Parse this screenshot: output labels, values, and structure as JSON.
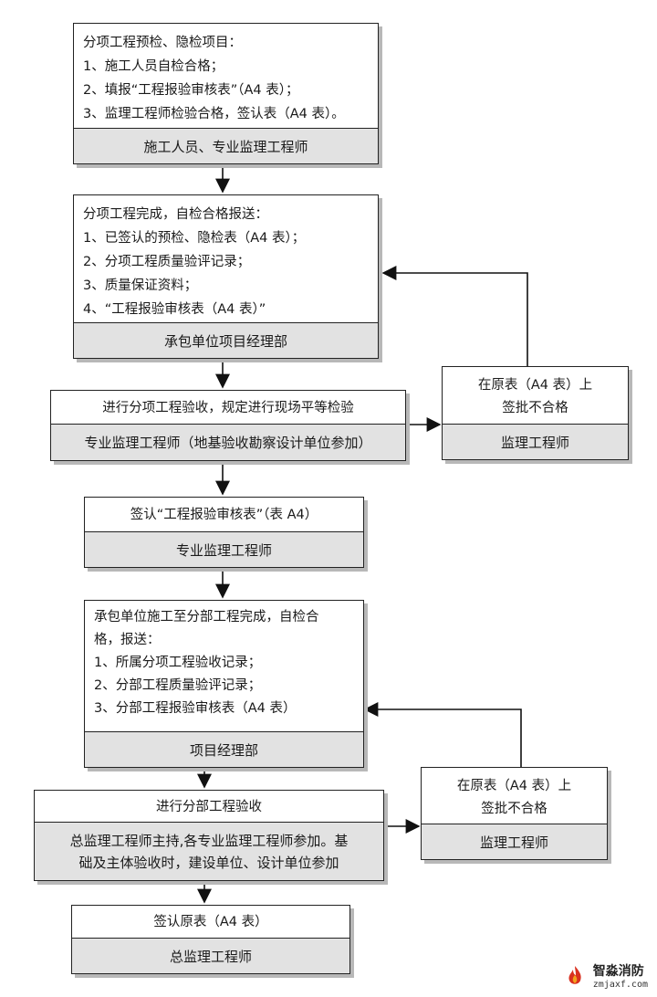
{
  "box1": {
    "lines": [
      "分项工程预检、隐检项目：",
      "1、施工人员自检合格；",
      "2、填报“工程报验审核表”（A4 表）；",
      "3、监理工程师检验合格，签认表（A4 表）。"
    ],
    "footer": "施工人员、专业监理工程师"
  },
  "box2": {
    "lines": [
      "分项工程完成，自检合格报送：",
      "1、已签认的预检、隐检表（A4 表）；",
      "2、分项工程质量验评记录；",
      "3、质量保证资料；",
      "4、“工程报验审核表（A4 表）”"
    ],
    "footer": "承包单位项目经理部"
  },
  "box3": {
    "top": "进行分项工程验收，规定进行现场平等检验",
    "footer": "专业监理工程师（地基验收勘察设计单位参加）"
  },
  "reject1": {
    "lines": [
      "在原表（A4 表）上",
      "签批不合格"
    ],
    "footer": "监理工程师"
  },
  "box4": {
    "top": "签认“工程报验审核表”（表 A4）",
    "footer": "专业监理工程师"
  },
  "box5": {
    "lines": [
      "承包单位施工至分部工程完成，自检合",
      "格，报送：",
      "1、所属分项工程验收记录；",
      "2、分部工程质量验评记录；",
      "3、分部工程报验审核表（A4 表）"
    ],
    "footer": "项目经理部"
  },
  "box6": {
    "top": "进行分部工程验收",
    "bottom_lines": [
      "总监理工程师主持,各专业监理工程师参加。基",
      "础及主体验收时，建设单位、设计单位参加"
    ]
  },
  "reject2": {
    "lines": [
      "在原表（A4 表）上",
      "签批不合格"
    ],
    "footer": "监理工程师"
  },
  "box7": {
    "top": "签认原表（A4 表）",
    "footer": "总监理工程师"
  },
  "watermark": {
    "cn": "智淼消防",
    "en": "zmjaxf.com"
  }
}
